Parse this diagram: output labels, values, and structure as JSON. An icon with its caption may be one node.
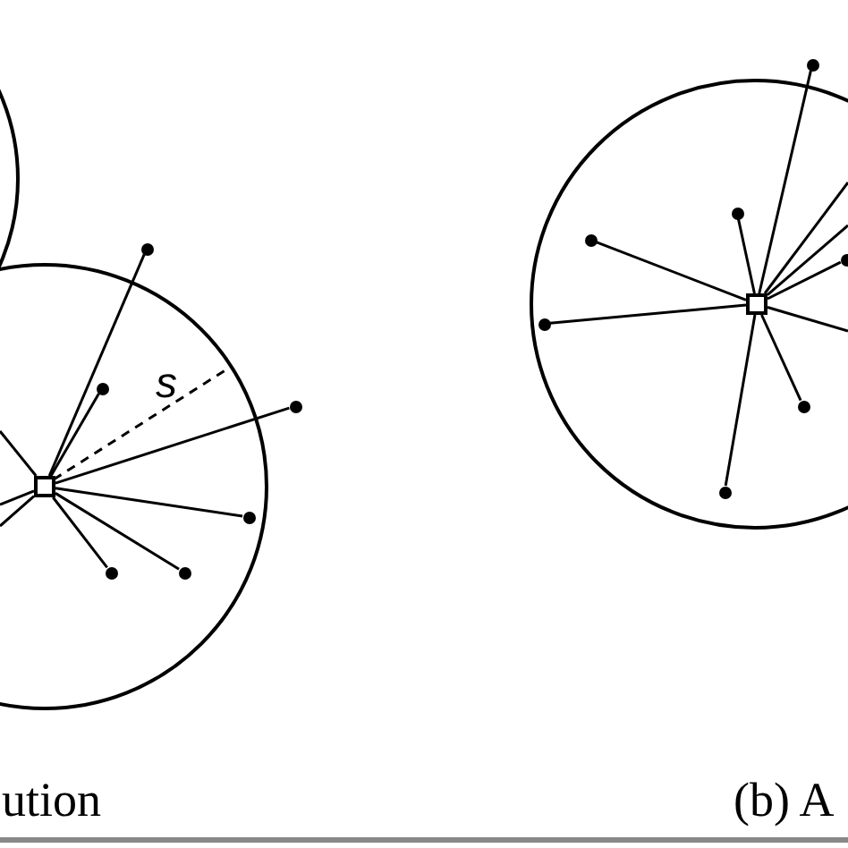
{
  "diagram": {
    "nodes": [
      {
        "text": [],
        "shape": "box"
      },
      {
        "text": [],
        "shape": "circle"
      },
      {
        "text": [],
        "shape": "circle"
      },
      {
        "text": [],
        "shape": "circle"
      },
      {
        "text": [],
        "shape": "circle"
      },
      {
        "text": [],
        "shape": "circle"
      },
      {
        "text": [],
        "shape": "circle"
      },
      {
        "text": [],
        "shape": "box"
      },
      {
        "text": [],
        "shape": "circle"
      },
      {
        "text": [],
        "shape": "circle"
      },
      {
        "text": [],
        "shape": "circle"
      },
      {
        "text": [],
        "shape": "circle"
      },
      {
        "text": [],
        "shape": "circle"
      },
      {
        "text": [],
        "shape": "circle"
      },
      {
        "text": [],
        "shape": "circle"
      }
    ],
    "edges": [
      {
        "from": 0,
        "to": 1,
        "arrow": "none"
      },
      {
        "from": 0,
        "to": 2,
        "arrow": "none"
      },
      {
        "from": 0,
        "to": 3,
        "arrow": "none"
      },
      {
        "from": 0,
        "to": 4,
        "arrow": "none"
      },
      {
        "from": 0,
        "to": 5,
        "arrow": "none"
      },
      {
        "from": 0,
        "to": 6,
        "arrow": "none"
      },
      {
        "from": 0,
        "to": null,
        "arrow": "none"
      },
      {
        "from": 0,
        "to": null,
        "arrow": "none"
      },
      {
        "from": 0,
        "to": null,
        "arrow": "none"
      },
      {
        "from": 7,
        "to": 8,
        "arrow": "none"
      },
      {
        "from": 7,
        "to": 9,
        "arrow": "none"
      },
      {
        "from": 7,
        "to": 10,
        "arrow": "none"
      },
      {
        "from": 7,
        "to": 11,
        "arrow": "none"
      },
      {
        "from": 7,
        "to": 12,
        "arrow": "none"
      },
      {
        "from": 7,
        "to": 13,
        "arrow": "none"
      },
      {
        "from": 7,
        "to": 14,
        "arrow": "none"
      },
      {
        "from": 7,
        "to": null,
        "arrow": "none"
      },
      {
        "from": 7,
        "to": null,
        "arrow": "none"
      },
      {
        "from": 7,
        "to": null,
        "arrow": "none"
      }
    ],
    "labels": [
      "s",
      "ution",
      "(b) A"
    ]
  }
}
